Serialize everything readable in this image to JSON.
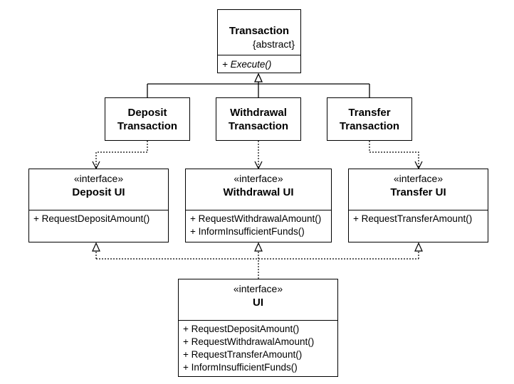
{
  "transaction": {
    "name": "Transaction",
    "stereotype": "{abstract}",
    "operations": [
      "+ Execute()"
    ]
  },
  "deposit_transaction": {
    "line1": "Deposit",
    "line2": "Transaction"
  },
  "withdrawal_transaction": {
    "line1": "Withdrawal",
    "line2": "Transaction"
  },
  "transfer_transaction": {
    "line1": "Transfer",
    "line2": "Transaction"
  },
  "deposit_ui": {
    "stereotype": "«interface»",
    "name": "Deposit UI",
    "operations": [
      "+ RequestDepositAmount()"
    ]
  },
  "withdrawal_ui": {
    "stereotype": "«interface»",
    "name": "Withdrawal UI",
    "operations": [
      "+ RequestWithdrawalAmount()",
      "+ InformInsufficientFunds()"
    ]
  },
  "transfer_ui": {
    "stereotype": "«interface»",
    "name": "Transfer UI",
    "operations": [
      "+ RequestTransferAmount()"
    ]
  },
  "ui": {
    "stereotype": "«interface»",
    "name": "UI",
    "operations": [
      "+ RequestDepositAmount()",
      "+ RequestWithdrawalAmount()",
      "+ RequestTransferAmount()",
      "+ InformInsufficientFunds()"
    ]
  }
}
